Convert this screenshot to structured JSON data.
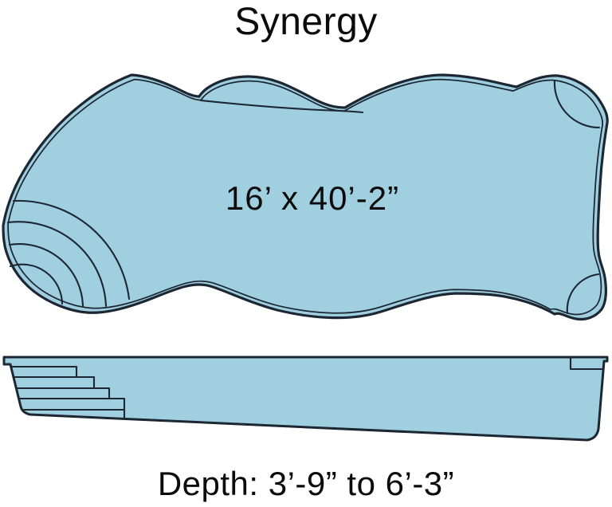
{
  "title": "Synergy",
  "top_view": {
    "dimensions_label": "16’ x 40’-2”"
  },
  "side_view": {
    "depth_label": "Depth: 3’-9” to 6’-3”"
  },
  "colors": {
    "pool_fill": "#A0CFE0",
    "pool_outline": "#1C2733",
    "label_text": "#0B0B0B",
    "page_background": "#FFFFFF"
  }
}
